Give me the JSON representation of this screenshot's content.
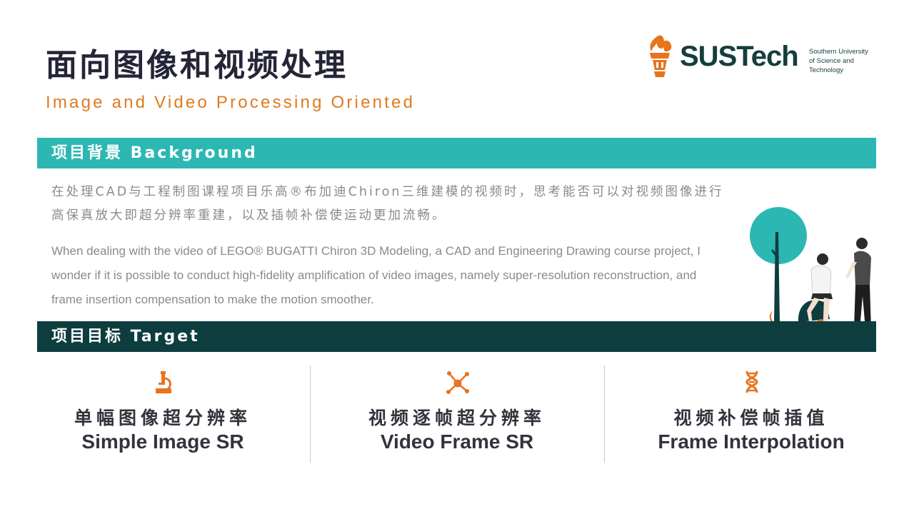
{
  "header": {
    "title_zh": "面向图像和视频处理",
    "title_en": "Image and Video Processing Oriented"
  },
  "logo": {
    "wordmark": "SUSTech",
    "line1": "Southern University",
    "line2": "of Science and",
    "line3": "Technology"
  },
  "background": {
    "heading": "项目背景 Background",
    "text_zh": "在处理CAD与工程制图课程项目乐高®布加迪Chiron三维建模的视频时，思考能否可以对视频图像进行高保真放大即超分辨率重建，以及插帧补偿使运动更加流畅。",
    "text_en": "When dealing with the video of LEGO® BUGATTI Chiron 3D Modeling, a CAD and Engineering Drawing course project, I wonder if it is possible to conduct high-fidelity amplification of video images, namely super-resolution reconstruction, and frame insertion compensation to make the motion smoother."
  },
  "target": {
    "heading": "项目目标 Target",
    "items": [
      {
        "zh": "单幅图像超分辨率",
        "en": "Simple Image SR",
        "icon": "microscope-icon"
      },
      {
        "zh": "视频逐帧超分辨率",
        "en": "Video Frame SR",
        "icon": "network-icon"
      },
      {
        "zh": "视频补偿帧插值",
        "en": "Frame Interpolation",
        "icon": "dna-icon"
      }
    ]
  },
  "colors": {
    "accent_orange": "#e07a1f",
    "teal": "#2db7b3",
    "dark_teal": "#0e3d3f"
  }
}
